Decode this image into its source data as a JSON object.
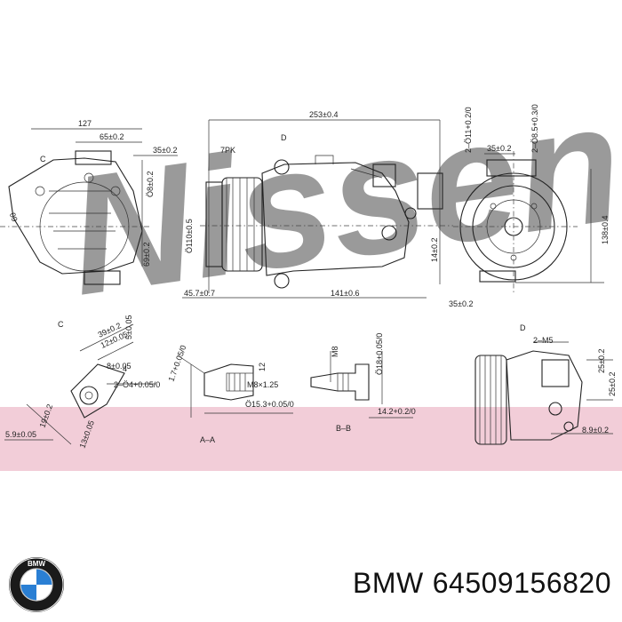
{
  "watermark": {
    "text": "Nissens",
    "color": "#9fb4d6"
  },
  "band_color": "#f2cdd8",
  "view_labels": [
    "C",
    "D",
    "C",
    "D",
    "A–A",
    "B–B"
  ],
  "dimensions": {
    "top_left": [
      "127",
      "65±0.2",
      "35±0.2",
      "Ö8±0.2",
      "69±0.2",
      "60"
    ],
    "center": [
      "253±0.4",
      "7PK",
      "Ö110±0.5",
      "14±0.2",
      "45.7±0.7",
      "141±0.6"
    ],
    "right": [
      "2–Ö11+0.2/0",
      "2–Ö8.5+0.3/0",
      "35±0.2",
      "138±0.4",
      "35±0.2"
    ],
    "detail_c": [
      "39±0.2",
      "12±0.05",
      "5±0.05",
      "8±0.05",
      "4",
      "2–Ö4+0.05/0",
      "19±0.2",
      "5.9±0.05",
      "13±0.05"
    ],
    "detail_aa": [
      "1.7+0.05/0",
      "12",
      "M8×1.25",
      "Ö15.3+0.05/0"
    ],
    "detail_bb": [
      "M8",
      "Ö18+0.05/0",
      "14.2+0.2/0"
    ],
    "detail_d": [
      "2–M5",
      "25±0.2",
      "25±0.2",
      "8.9±0.2"
    ]
  },
  "logo": {
    "text": "BMW",
    "blue": "#2a7fd4",
    "ring": "#1a1a1a"
  },
  "caption": {
    "brand": "BMW",
    "part_number": "64509156820"
  }
}
